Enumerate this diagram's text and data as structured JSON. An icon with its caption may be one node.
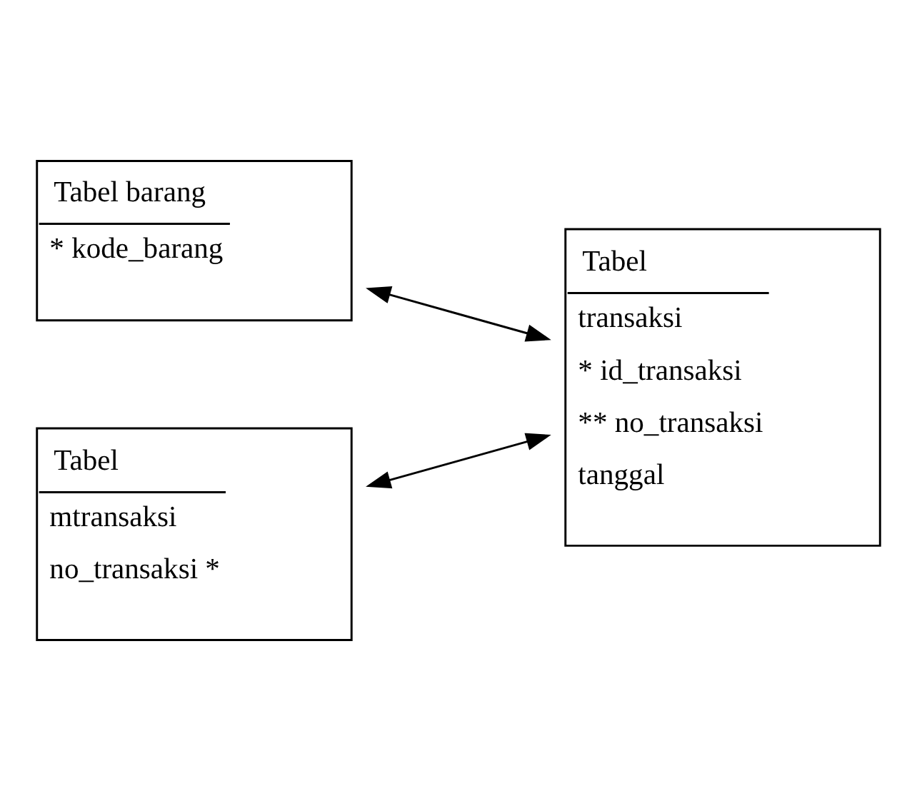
{
  "diagram": {
    "nodes": [
      {
        "text": [
          "Tabel barang",
          "* kode_barang"
        ]
      },
      {
        "text": [
          "Tabel",
          "mtransaksi",
          "no_transaksi *"
        ]
      },
      {
        "text": [
          "Tabel",
          "transaksi",
          "* id_transaksi",
          "** no_transaksi",
          "tanggal"
        ]
      }
    ],
    "edges": [
      {
        "from": 0,
        "to": 2,
        "arrow": "both"
      },
      {
        "from": 1,
        "to": 2,
        "arrow": "both"
      }
    ]
  }
}
